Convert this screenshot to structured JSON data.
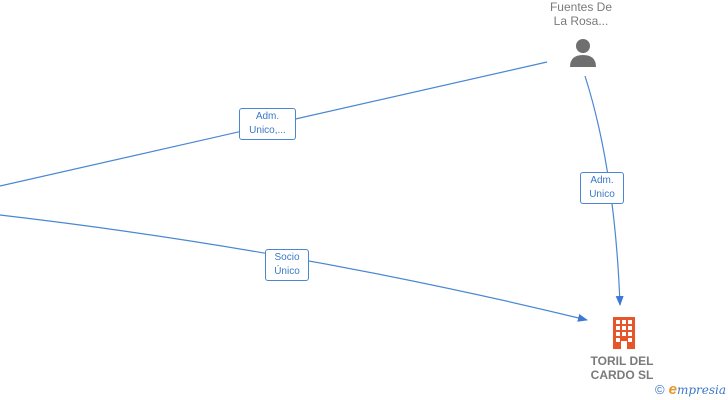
{
  "nodes": {
    "person": {
      "label_line1": "Fuentes De",
      "label_line2": "La Rosa..."
    },
    "company": {
      "label_line1": "TORIL DEL",
      "label_line2": "CARDO  SL"
    }
  },
  "edges": {
    "adm_unico_left": {
      "line1": "Adm.",
      "line2": "Unico,..."
    },
    "adm_unico_right": {
      "line1": "Adm.",
      "line2": "Unico"
    },
    "socio_unico": {
      "line1": "Socio",
      "line2": "Único"
    }
  },
  "watermark": {
    "copyright": "©",
    "brand_e": "e",
    "brand_rest": "mpresia"
  },
  "colors": {
    "edge": "#4a86d4",
    "person_icon": "#6f6f6f",
    "company_icon": "#e8552b"
  }
}
